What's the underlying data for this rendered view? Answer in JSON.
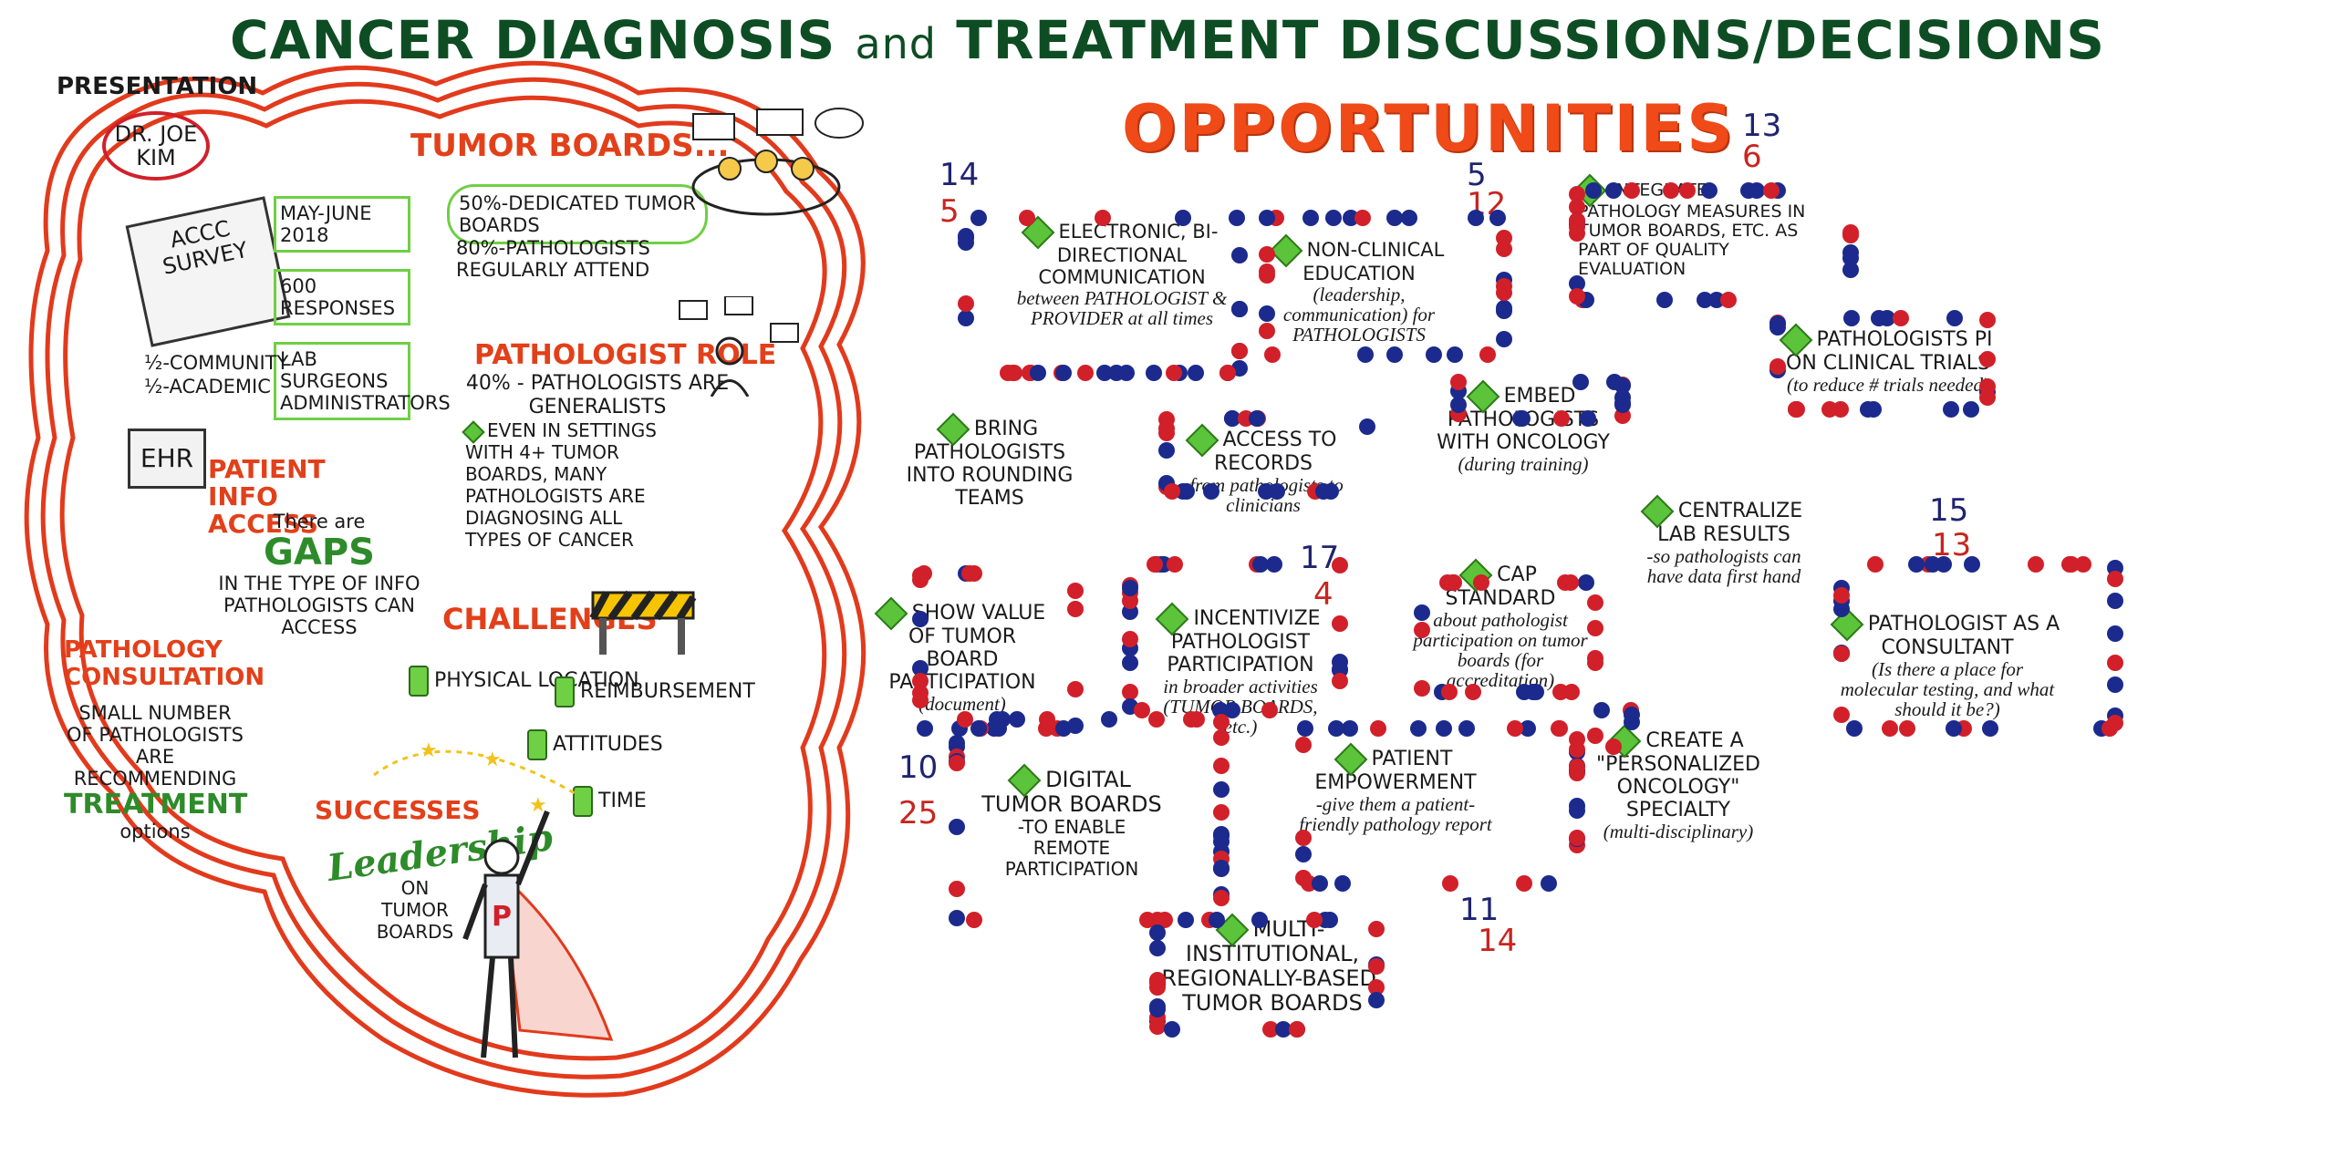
{
  "title": {
    "part1": "CANCER DIAGNOSIS",
    "and": "and",
    "part2": "TREATMENT DISCUSSIONS/DECISIONS"
  },
  "presentation": {
    "label": "PRESENTATION",
    "speaker_line1": "DR. JOE",
    "speaker_line2": "KIM"
  },
  "survey": {
    "label": "ACCC SURVEY",
    "facts": [
      "MAY-JUNE 2018",
      "600 RESPONSES",
      "LAB SURGEONS ADMINISTRATORS"
    ],
    "split1": "½-COMMUNITY",
    "split2": "½-ACADEMIC"
  },
  "tumor_boards": {
    "title": "TUMOR BOARDS...",
    "stat1": "50%-DEDICATED TUMOR BOARDS",
    "stat2": "80%-PATHOLOGISTS REGULARLY ATTEND"
  },
  "pathologist_role": {
    "title": "PATHOLOGIST ROLE",
    "stat": "40% - PATHOLOGISTS are GENERALISTS",
    "note": "EVEN in settings with 4+ TUMOR BOARDS, many PATHOLOGISTS are DIAGNOSING all types of CANCER"
  },
  "patient_info": {
    "badge": "EHR",
    "title": "PATIENT INFO ACCESS",
    "text1": "There are",
    "gaps": "GAPS",
    "text2": "in the TYPE of INFO PATHOLOGISTS can ACCESS"
  },
  "consultation": {
    "title": "PATHOLOGY CONSULTATION",
    "text": "SMALL NUMBER of PATHOLOGISTS are RECOMMENDING",
    "treatment": "TREATMENT",
    "options": "options"
  },
  "challenges": {
    "title": "CHALLENGES",
    "items": [
      "PHYSICAL LOCATION",
      "REIMBURSEMENT",
      "ATTITUDES",
      "TIME"
    ]
  },
  "successes": {
    "title": "SUCCESSES",
    "leadership": "Leadership",
    "on": "on TUMOR BOARDS",
    "hero_letter": "P"
  },
  "opportunities": {
    "title": "OPPORTUNITIES",
    "items": [
      {
        "blue": "14",
        "red": "5",
        "main": "ELECTRONIC, BI-DIRECTIONAL COMMUNICATION",
        "sub": "between PATHOLOGIST & PROVIDER at all times"
      },
      {
        "blue": "5",
        "red": "12",
        "main": "NON-CLINICAL EDUCATION",
        "sub": "(leadership, communication) for PATHOLOGISTS"
      },
      {
        "blue": "13",
        "red": "6",
        "main": "INTEGRATE PATHOLOGY MEASURES in TUMOR BOARDS, etc. as part of QUALITY EVALUATION",
        "sub": ""
      },
      {
        "main": "PATHOLOGISTS PI on CLINICAL TRIALS",
        "sub": "(to reduce # trials needed)"
      },
      {
        "main": "BRING PATHOLOGISTS into ROUNDING TEAMS",
        "sub": ""
      },
      {
        "main": "ACCESS to RECORDS",
        "sub": "-from pathologists to clinicians"
      },
      {
        "main": "EMBED PATHOLOGISTS with ONCOLOGY",
        "sub": "(during training)"
      },
      {
        "main": "CENTRALIZE LAB RESULTS",
        "sub": "-so pathologists can have data first hand"
      },
      {
        "main": "SHOW VALUE of TUMOR BOARD PARTICIPATION",
        "sub": "(document)"
      },
      {
        "blue": "17",
        "red": "4",
        "main": "INCENTIVIZE PATHOLOGIST PARTICIPATION",
        "sub": "in broader activities (TUMOR BOARDS, etc.)"
      },
      {
        "main": "CAP STANDARD",
        "sub": "about pathologist participation on tumor boards (for accreditation)"
      },
      {
        "blue": "15",
        "red": "13",
        "main": "PATHOLOGIST as a CONSULTANT",
        "sub": "(Is there a place for molecular testing, and what should it be?)"
      },
      {
        "blue": "10",
        "red": "25",
        "main": "DIGITAL TUMOR BOARDS",
        "sub": "-to enable REMOTE participation"
      },
      {
        "main": "PATIENT EMPOWERMENT",
        "sub": "-give them a patient-friendly pathology report"
      },
      {
        "blue": "11",
        "red": "14",
        "main": "",
        "sub": ""
      },
      {
        "main": "CREATE a \"PERSONALIZED ONCOLOGY\" SPECIALTY",
        "sub": "(multi-disciplinary)"
      },
      {
        "main": "MULTI-INSTITUTIONAL, REGIONALLY-BASED, TUMOR BOARDS",
        "sub": ""
      }
    ]
  },
  "colors": {
    "red_dot": "#d1202a",
    "blue_dot": "#1b2a8c",
    "accent": "#ef4a18",
    "title_green": "#0e4d24",
    "diamond": "#5cc43a"
  }
}
